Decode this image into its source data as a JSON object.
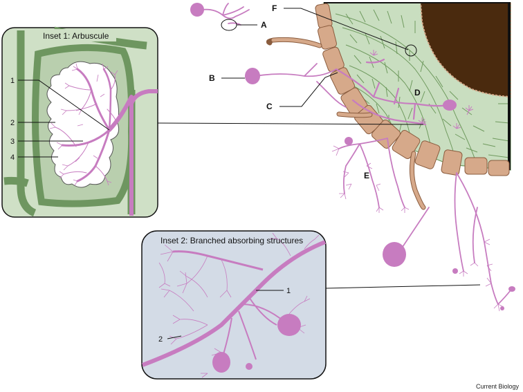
{
  "inset1": {
    "title": "Inset 1: Arbuscule",
    "labels": [
      "1",
      "2",
      "3",
      "4"
    ]
  },
  "inset2": {
    "title": "Inset 2: Branched absorbing structures",
    "labels": [
      "1",
      "2"
    ]
  },
  "root_labels": [
    "A",
    "B",
    "C",
    "D",
    "E",
    "F"
  ],
  "credit": "Current Biology",
  "colors": {
    "fungus": "#c77cc0",
    "cortex_fill": "#c9dec0",
    "cortex_line": "#6f9a5e",
    "epidermis": "#d6a98a",
    "epidermis_line": "#8a5c3e",
    "stele": "#4a2a0e",
    "inset1_bg": "#bcd3b2",
    "inset1_wall": "#6e9660",
    "inset2_bg": "#d3dbe6"
  }
}
